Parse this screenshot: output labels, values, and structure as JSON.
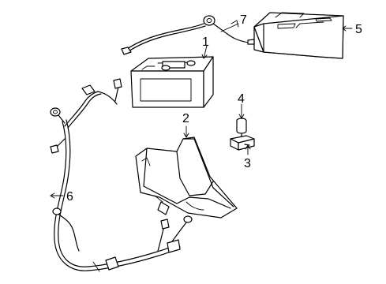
{
  "callouts": {
    "c1": "1",
    "c2": "2",
    "c3": "3",
    "c4": "4",
    "c5": "5",
    "c6": "6",
    "c7": "7"
  },
  "parts": [
    {
      "number": "1",
      "icon": "battery"
    },
    {
      "number": "2",
      "icon": "battery-tray"
    },
    {
      "number": "3",
      "icon": "relay-bracket"
    },
    {
      "number": "4",
      "icon": "bolt"
    },
    {
      "number": "5",
      "icon": "battery-cover"
    },
    {
      "number": "6",
      "icon": "battery-cable-harness"
    },
    {
      "number": "7",
      "icon": "ground-cable"
    }
  ]
}
